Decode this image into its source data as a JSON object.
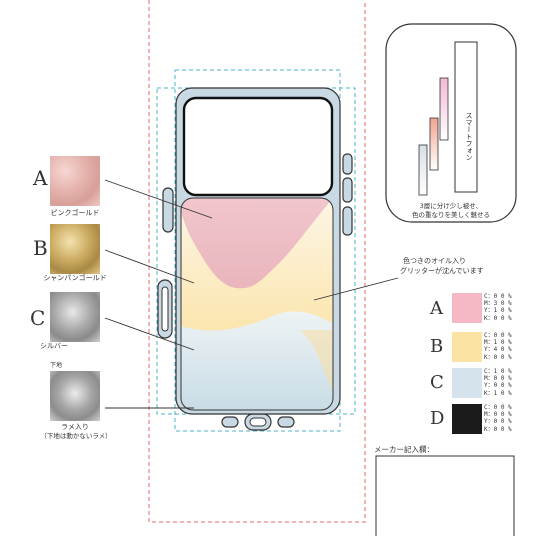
{
  "swatches": [
    {
      "letter": "A",
      "label": "ピンクゴールド",
      "color_a": "#f2c9c6",
      "color_b": "#d9a59f"
    },
    {
      "letter": "B",
      "label": "シャンパンゴールド",
      "color_a": "#e8d39a",
      "color_b": "#b89a52"
    },
    {
      "letter": "C",
      "label": "シルバー",
      "color_a": "#d6d6d6",
      "color_b": "#9b9b9b"
    },
    {
      "letter": "",
      "label_top": "下地",
      "label": "ラメ入り",
      "label_sub": "（下地は動かないラメ）",
      "color_a": "#d8d8d8",
      "color_b": "#8f8f8f"
    }
  ],
  "inset": {
    "vertical_label": "スマートフォン",
    "caption_line1": "3層に分け少し被せ、",
    "caption_line2": "色の重なりを美しく魅せる"
  },
  "oil_note": {
    "line1": "色つきのオイル入り",
    "line2": "グリッターが沈んでいます"
  },
  "palette": [
    {
      "letter": "A",
      "color": "#f5b8c5",
      "cmyk": "C：0 0 %\nM：3 0 %\nY：1 0 %\nK：0 0 %"
    },
    {
      "letter": "B",
      "color": "#fbe3a4",
      "cmyk": "C：0 0 %\nM：1 0 %\nY：4 0 %\nK：0 0 %"
    },
    {
      "letter": "C",
      "color": "#d5e4ec",
      "cmyk": "C：1 0 %\nM：0 0 %\nY：0 0 %\nK：1 0 %"
    },
    {
      "letter": "D",
      "color": "#1b1b1b",
      "cmyk": "C：0 0 %\nM：0 0 %\nY：0 0 %\nK：0 0 %"
    }
  ],
  "maker": {
    "label": "メーカー記入欄："
  },
  "colors": {
    "red_guide": "#e06a6a",
    "blue_guide": "#4fb3c9",
    "phone_frame": "#c9d9e3",
    "frame_stroke": "#333333"
  }
}
